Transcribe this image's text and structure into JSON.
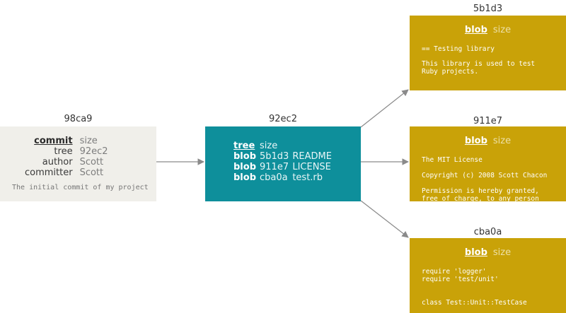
{
  "commit": {
    "hash": "98ca9",
    "fields": [
      {
        "key": "commit",
        "value": "size"
      },
      {
        "key": "tree",
        "value": "92ec2"
      },
      {
        "key": "author",
        "value": "Scott"
      },
      {
        "key": "committer",
        "value": "Scott"
      }
    ],
    "message": "The initial commit of my project"
  },
  "tree": {
    "hash": "92ec2",
    "rows": [
      {
        "type": "tree",
        "col2": "size",
        "col3": ""
      },
      {
        "type": "blob",
        "col2": "5b1d3",
        "col3": "README"
      },
      {
        "type": "blob",
        "col2": "911e7",
        "col3": "LICENSE"
      },
      {
        "type": "blob",
        "col2": "cba0a",
        "col3": "test.rb"
      }
    ]
  },
  "blobs": [
    {
      "hash": "5b1d3",
      "label": "blob",
      "size": "size",
      "lines": [
        "== Testing library",
        "",
        "This library is used to test",
        "Ruby projects."
      ]
    },
    {
      "hash": "911e7",
      "label": "blob",
      "size": "size",
      "lines": [
        "The MIT License",
        "",
        "Copyright (c) 2008 Scott Chacon",
        "",
        "Permission is hereby granted,",
        "free of charge, to any person"
      ]
    },
    {
      "hash": "cba0a",
      "label": "blob",
      "size": "size",
      "lines": [
        "require 'logger'",
        "require 'test/unit'",
        "",
        "",
        "class Test::Unit::TestCase"
      ]
    }
  ],
  "colors": {
    "commit_box": "#f0efea",
    "tree_box": "#0e8f9b",
    "blob_box": "#c9a208",
    "arrow": "#8a8a8a"
  }
}
